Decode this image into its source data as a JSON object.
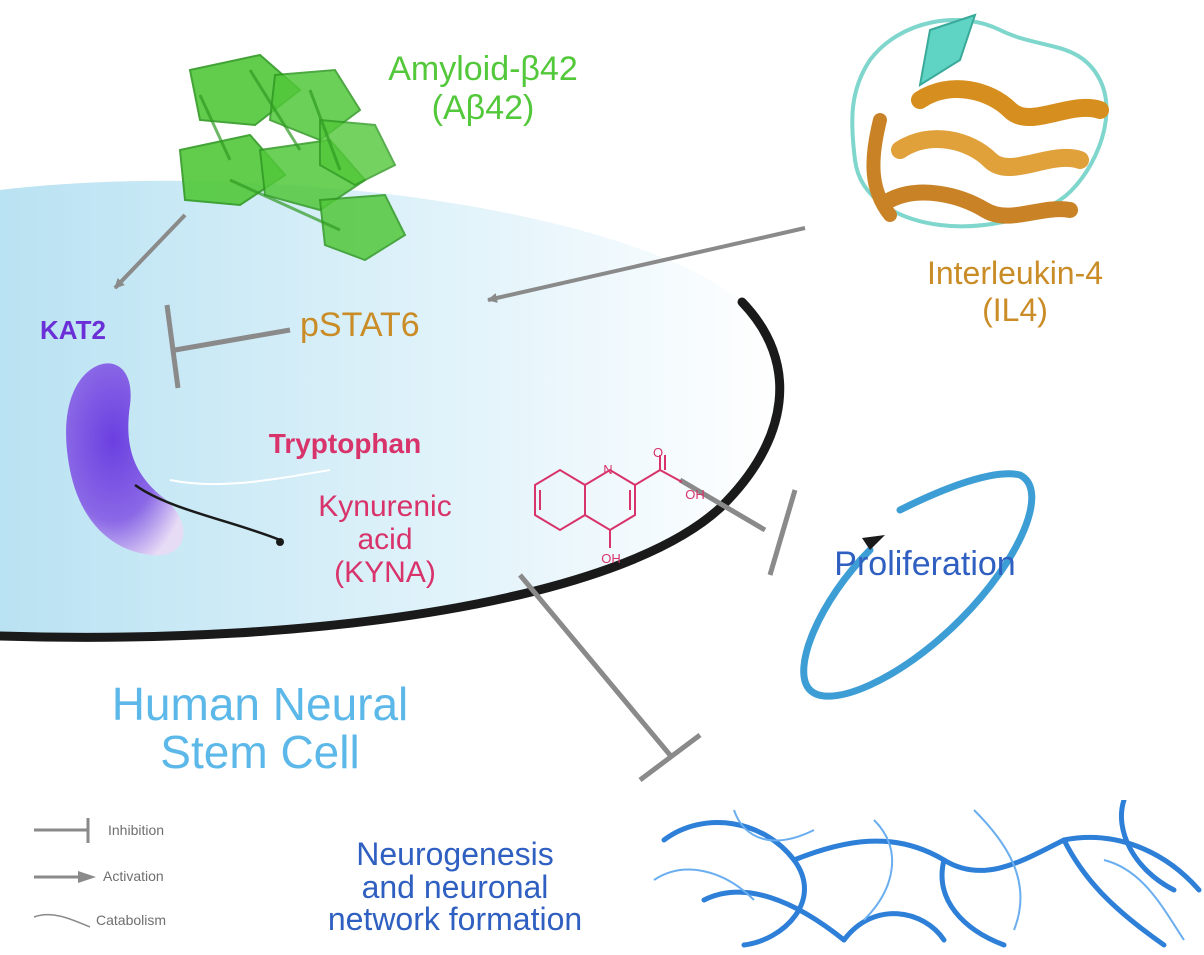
{
  "colors": {
    "amyloid": "#52c83a",
    "interleukin": "#c98c26",
    "kat2": "#6a2fd6",
    "kyna": "#d8336a",
    "cell_label": "#5bb8e8",
    "blue_text": "#2f5fc0",
    "arrow": "#8a8a8a",
    "network": "#2d7fd8"
  },
  "icons": {
    "amyloid_structure": "amyloid-fibril-structure-icon",
    "interleukin_structure": "protein-ribbon-icon",
    "kat2_enzyme": "enzyme-blob-icon",
    "kyna_molecule": "chemical-structure-icon",
    "network": "neuronal-network-icon"
  },
  "labels": {
    "amyloid": "Amyloid-β42\n(Aβ42)",
    "interleukin": "Interleukin-4\n(IL4)",
    "kat2": "KAT2",
    "pstat6": "pSTAT6",
    "tryptophan": "Tryptophan",
    "kyna": "Kynurenic\nacid\n(KYNA)",
    "proliferation": "Proliferation",
    "cell": "Human Neural\nStem Cell",
    "neurogenesis": "Neurogenesis\nand neuronal\nnetwork formation"
  },
  "molecule": {
    "atom_n": "N",
    "atom_o": "O",
    "atom_oh": "OH",
    "atom_oh_bottom": "OH"
  },
  "legend": {
    "inhibition": "Inhibition",
    "activation": "Activation",
    "catabolism": "Catabolism"
  }
}
